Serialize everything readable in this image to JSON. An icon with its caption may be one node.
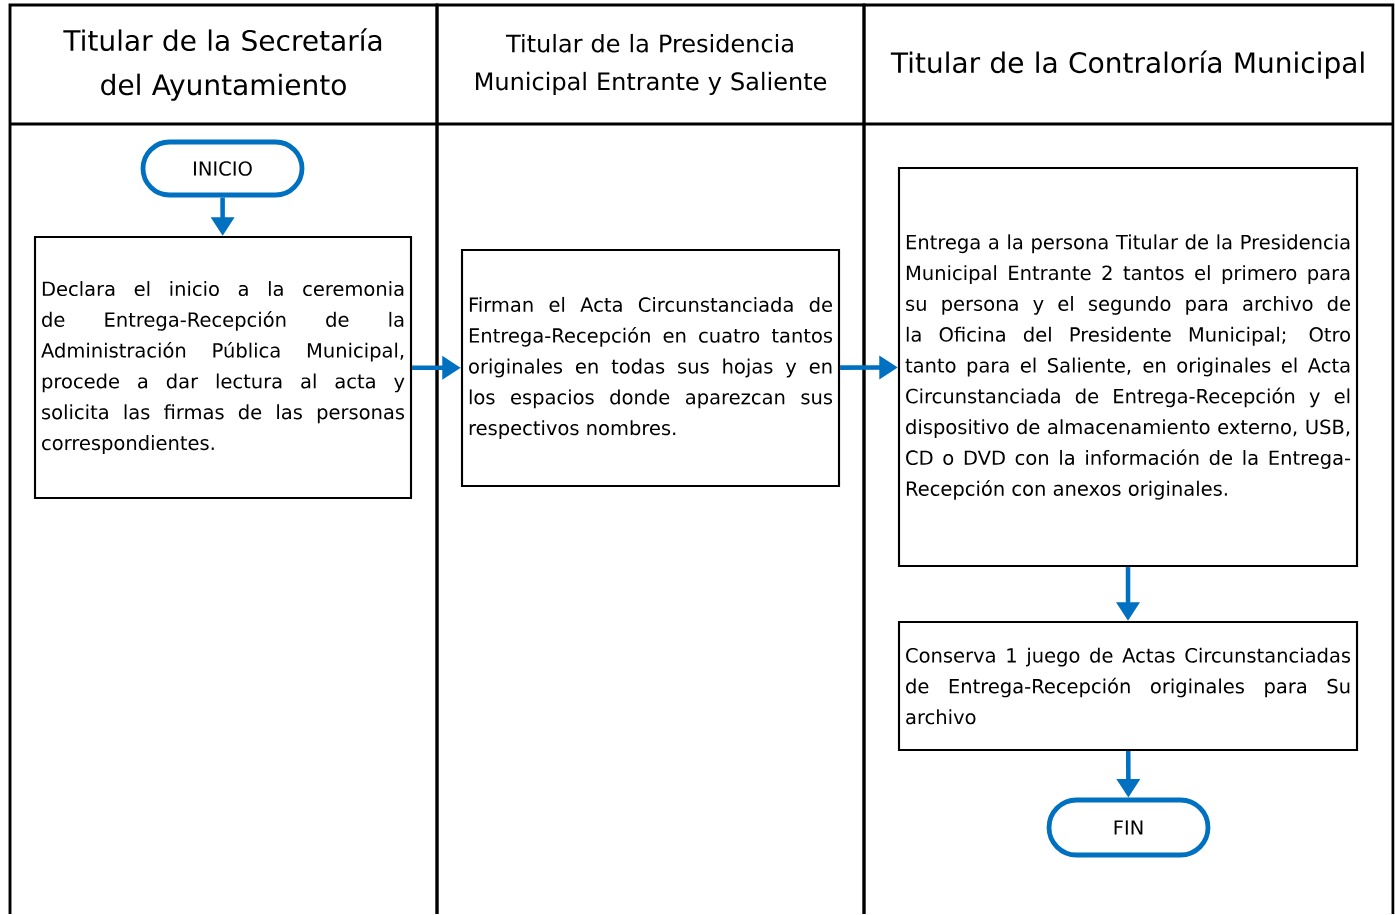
{
  "diagram": {
    "nodes": [
      {
        "text": [
          "Titular de la Secretaría del Ayuntamiento"
        ]
      },
      {
        "text": [
          "Titular de la Presidencia Municipal Entrante y Saliente"
        ]
      },
      {
        "text": [
          "Titular de la Contraloría Municipal"
        ]
      },
      {
        "text": [
          "INICIO"
        ],
        "in": 0
      },
      {
        "text": [
          "Declara el inicio a la ceremonia de Entrega-Recepción de la Administración Pública Municipal, procede a dar lectura al acta y solicita las firmas de las personas correspondientes."
        ],
        "in": 0
      },
      {
        "text": [
          "Firman el Acta Circunstanciada de Entrega-Recepción en cuatro tantos originales en todas sus hojas y en los espacios donde aparezcan sus respectivos nombres."
        ],
        "in": 1
      },
      {
        "text": [
          "Entrega a la persona Titular de la Presidencia Municipal Entrante 2 tantos el primero para su persona y el segundo para archivo de la Oficina del Presidente Municipal; Otro tanto para el Saliente, en originales el Acta Circunstanciada de Entrega-Recepción y el dispositivo de almacenamiento externo, USB, CD o DVD con la información de la Entrega-Recepción con anexos originales."
        ],
        "in": 2
      },
      {
        "text": [
          "Conserva 1 juego de Actas Circunstanciadas de Entrega-Recepción originales para Su archivo"
        ],
        "in": 2
      },
      {
        "text": [
          "FIN"
        ],
        "in": 2
      }
    ],
    "edges": [
      {
        "from": 3,
        "to": 4,
        "arrow": "to"
      },
      {
        "from": 4,
        "to": 5,
        "arrow": "to"
      },
      {
        "from": 5,
        "to": 6,
        "arrow": "to"
      },
      {
        "from": 6,
        "to": 7,
        "arrow": "to"
      },
      {
        "from": 7,
        "to": 8,
        "arrow": "to"
      }
    ]
  }
}
